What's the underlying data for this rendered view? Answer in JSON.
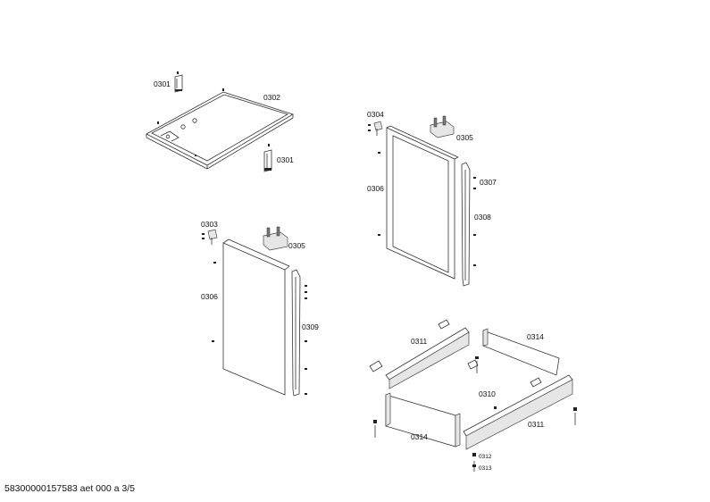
{
  "labels": {
    "p0301a": "0301",
    "p0302": "0302",
    "p0301b": "0301",
    "p0304": "0304",
    "p0305a": "0305",
    "p0306a": "0306",
    "p0307": "0307",
    "p0308": "0308",
    "p0303": "0303",
    "p0305b": "0305",
    "p0306b": "0306",
    "p0309": "0309",
    "p0311a": "0311",
    "p0314a": "0314",
    "p0310": "0310",
    "p0314b": "0314",
    "p0311b": "0311",
    "p0312": "0312",
    "p0313": "0313"
  },
  "footer": "58300000157583 aet 000 a 3/5"
}
